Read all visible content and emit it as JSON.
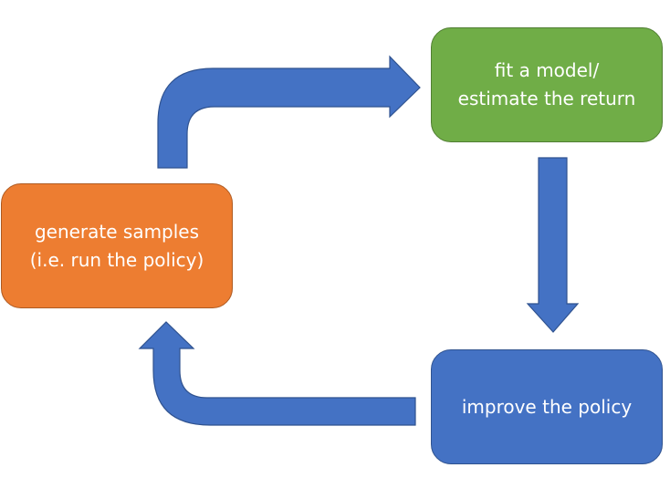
{
  "colors": {
    "green": "#70ad47",
    "orange": "#ed7d31",
    "blue": "#4472c4",
    "arrow": "#4472c4",
    "arrow_outline": "#2f528f",
    "text": "#ffffff"
  },
  "nodes": {
    "fit_model": {
      "line1": "fit a model/",
      "line2": "estimate the return"
    },
    "generate_samples": {
      "line1": "generate samples",
      "line2": "(i.e. run the policy)"
    },
    "improve_policy": {
      "label": "improve the policy"
    }
  },
  "edges": [
    {
      "from": "generate_samples",
      "to": "fit_model"
    },
    {
      "from": "fit_model",
      "to": "improve_policy"
    },
    {
      "from": "improve_policy",
      "to": "generate_samples"
    }
  ]
}
